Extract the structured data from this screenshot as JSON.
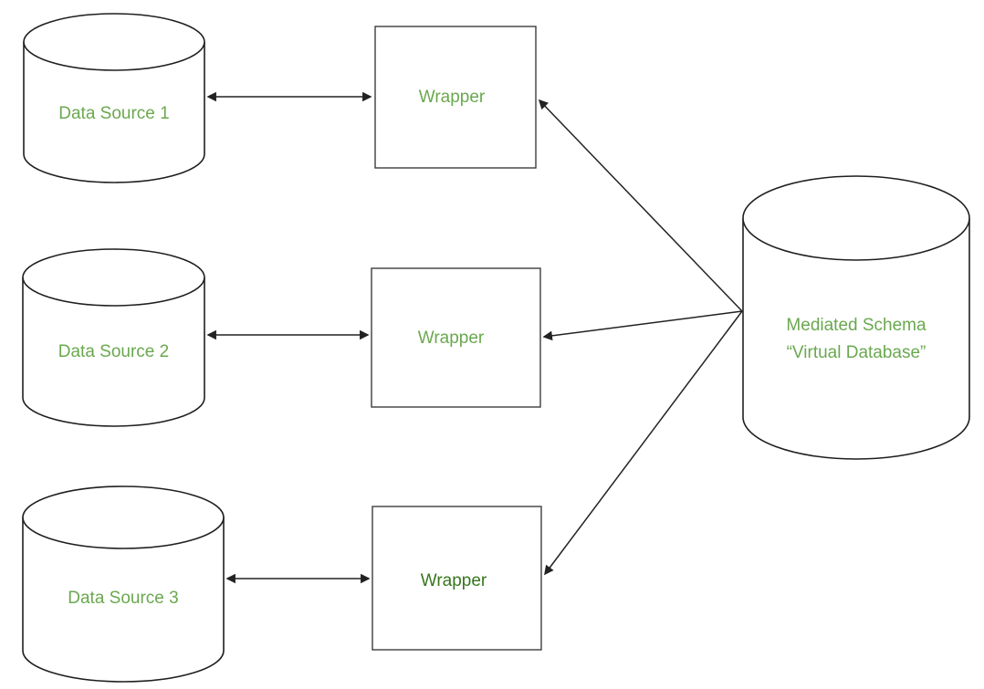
{
  "diagram": {
    "background": "#ffffff",
    "colors": {
      "label_green": "#6aa84f",
      "label_dark_green": "#38761d",
      "line": "#222222",
      "box_border": "#3d3d3d",
      "cylinder_stroke": "#1f1f1f"
    },
    "nodes": {
      "data_source_1": {
        "label": "Data Source 1",
        "shape": "cylinder",
        "label_color": "#6aa84f"
      },
      "data_source_2": {
        "label": "Data Source 2",
        "shape": "cylinder",
        "label_color": "#6aa84f"
      },
      "data_source_3": {
        "label": "Data Source 3",
        "shape": "cylinder",
        "label_color": "#6aa84f"
      },
      "wrapper_1": {
        "label": "Wrapper",
        "shape": "rectangle",
        "label_color": "#6aa84f"
      },
      "wrapper_2": {
        "label": "Wrapper",
        "shape": "rectangle",
        "label_color": "#6aa84f"
      },
      "wrapper_3": {
        "label": "Wrapper",
        "shape": "rectangle",
        "label_color": "#38761d"
      },
      "mediated_schema": {
        "label_line1": "Mediated Schema",
        "label_line2": "“Virtual Database”",
        "shape": "cylinder",
        "label_color": "#6aa84f"
      }
    },
    "edges": [
      {
        "from": "Data Source 1",
        "to": "Wrapper (top)",
        "arrows": "both"
      },
      {
        "from": "Data Source 2",
        "to": "Wrapper (middle)",
        "arrows": "both"
      },
      {
        "from": "Data Source 3",
        "to": "Wrapper (bottom)",
        "arrows": "both"
      },
      {
        "from": "Mediated Schema",
        "to": "Wrapper (top)",
        "arrows": "to"
      },
      {
        "from": "Mediated Schema",
        "to": "Wrapper (middle)",
        "arrows": "to"
      },
      {
        "from": "Mediated Schema",
        "to": "Wrapper (bottom)",
        "arrows": "to"
      }
    ]
  }
}
